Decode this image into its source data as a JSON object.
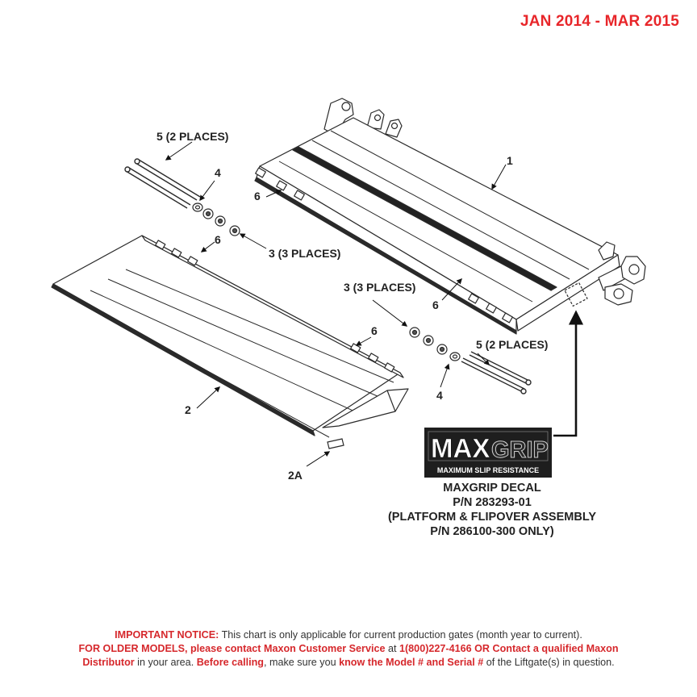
{
  "header": {
    "date_range": "JAN 2014 - MAR 2015"
  },
  "callouts": {
    "c1": "1",
    "c2": "2",
    "c2a": "2A",
    "c3_upper": "3 (3 PLACES)",
    "c3_lower": "3 (3 PLACES)",
    "c4_upper": "4",
    "c4_lower": "4",
    "c5_upper": "5 (2 PLACES)",
    "c5_lower": "5 (2 PLACES)",
    "c6_platform_left": "6",
    "c6_platform_right": "6",
    "c6_flip_upper": "6",
    "c6_flip_lower": "6"
  },
  "decal": {
    "logo_max": "MAX",
    "logo_grip": "GRIP",
    "logo_tagline": "MAXIMUM SLIP RESISTANCE",
    "line1": "MAXGRIP DECAL",
    "line2": "P/N 283293-01",
    "line3": "(PLATFORM & FLIPOVER ASSEMBLY",
    "line4": "P/N 286100-300 ONLY)"
  },
  "notice": {
    "s1": "IMPORTANT NOTICE:",
    "s2": " This chart is only applicable for current production gates (month year to current).",
    "s3": "FOR OLDER MODELS, please contact Maxon Customer Service",
    "s4": " at ",
    "s5": "1(800)227-4166 OR Contact a qualified Maxon",
    "s6": "Distributor",
    "s7": " in your area. ",
    "s8": "Before calling",
    "s9": ", make sure you ",
    "s10": "know the Model # and Serial #",
    "s11": " of the Liftgate(s) in question."
  },
  "colors": {
    "accent_red": "#e8262a",
    "line": "#2a2a2a"
  }
}
